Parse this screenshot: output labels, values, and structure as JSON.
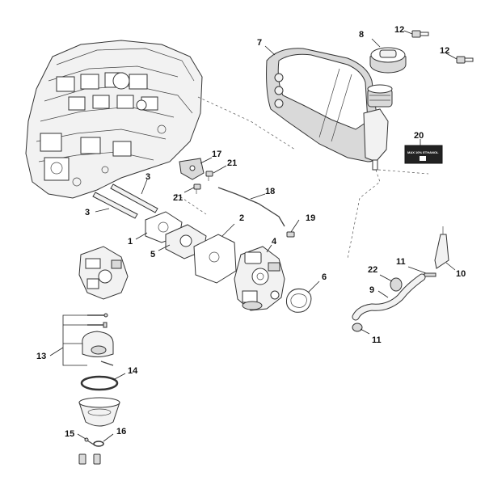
{
  "callouts": {
    "c1": "1",
    "c2": "2",
    "c3a": "3",
    "c3b": "3",
    "c4": "4",
    "c5": "5",
    "c6": "6",
    "c7": "7",
    "c8": "8",
    "c9": "9",
    "c10": "10",
    "c11a": "11",
    "c11b": "11",
    "c12a": "12",
    "c12b": "12",
    "c13": "13",
    "c14": "14",
    "c15": "15",
    "c16": "16",
    "c17": "17",
    "c18": "18",
    "c19": "19",
    "c20": "20",
    "c21a": "21",
    "c21b": "21",
    "c22": "22"
  },
  "decal": {
    "text": "MAX 10% ETHANOL"
  }
}
